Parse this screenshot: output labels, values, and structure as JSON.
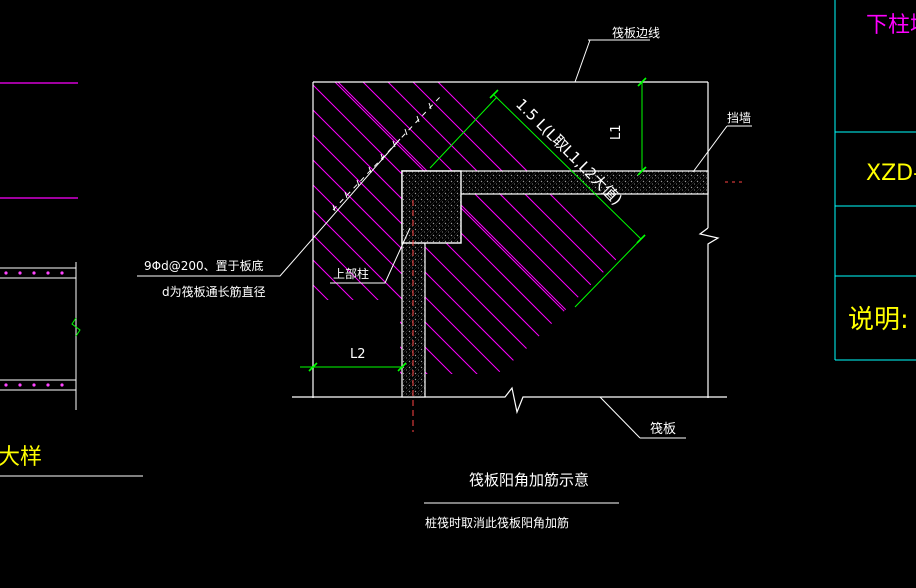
{
  "drawing": {
    "title": "筏板阳角加筋示意",
    "note": "桩筏时取消此筏板阳角加筋",
    "labels": {
      "raft_edge": "筏板边线",
      "retaining_wall": "挡墙",
      "dim_l1": "L1",
      "dim_diag": "1.5 L(L取L1,L2大值)",
      "rebar_spec": "9Φd@200、置于板底",
      "rebar_note": "d为筏板通长筋直径",
      "upper_column": "上部柱",
      "dim_l2": "L2",
      "raft": "筏板"
    },
    "left_panel": {
      "partial_title": "大样"
    },
    "title_block": {
      "top_text": "下柱墩",
      "code_text": "XZD-",
      "note_label": "说明:"
    }
  },
  "colors": {
    "background": "#000000",
    "line_white": "#ffffff",
    "magenta": "#ff00ff",
    "green": "#00ff00",
    "yellow": "#ffff00",
    "cyan": "#00ffff",
    "hatch": "#808080"
  }
}
